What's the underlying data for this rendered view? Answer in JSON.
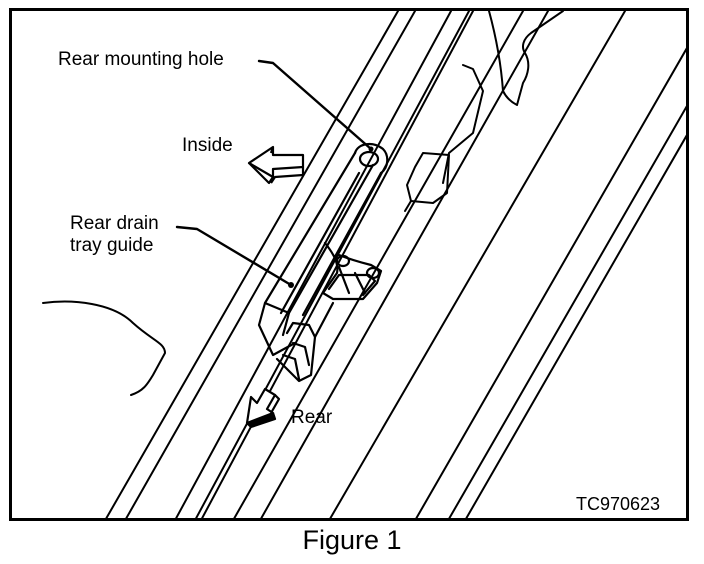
{
  "labels": {
    "rear_mounting_hole": "Rear mounting hole",
    "inside": "Inside",
    "rear_drain_tray_guide_line1": "Rear drain",
    "rear_drain_tray_guide_line2": "tray guide",
    "rear": "Rear",
    "figure_code": "TC970623"
  },
  "caption": "Figure 1",
  "colors": {
    "ink": "#000000",
    "paper": "#ffffff"
  }
}
